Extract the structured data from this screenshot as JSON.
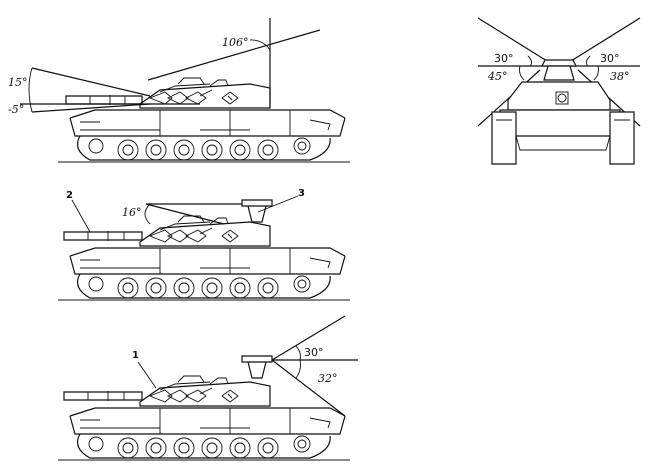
{
  "figure": {
    "view_top": {
      "elevation_angle": "106°",
      "gun_up_angle": "15°",
      "gun_down_angle": "-5°"
    },
    "view_middle": {
      "elevation_angle": "16°",
      "callout_2": "2",
      "callout_3": "3"
    },
    "view_bottom": {
      "callout_1": "1",
      "angle_upper": "30°",
      "angle_lower": "32°"
    },
    "view_front": {
      "angle_left_upper": "30°",
      "angle_right_upper": "30°",
      "angle_left_lower": "45°",
      "angle_right_lower": "38°"
    }
  }
}
